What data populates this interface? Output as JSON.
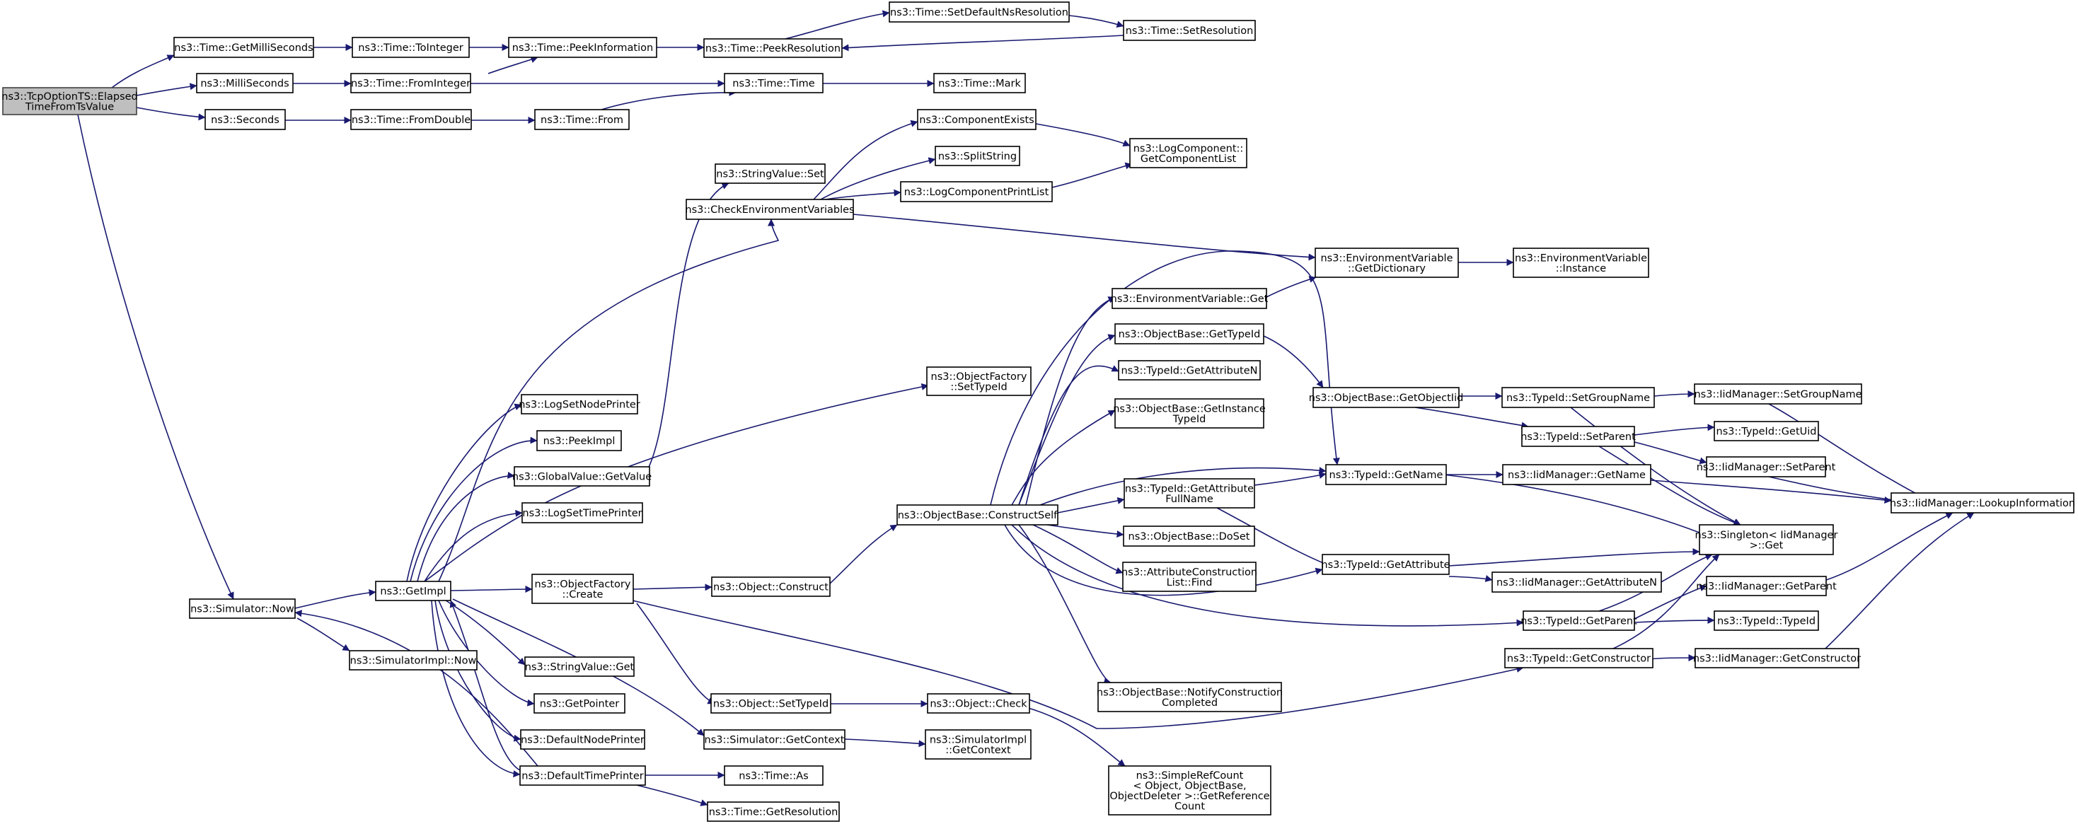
{
  "colors": {
    "edge": "#191970",
    "node_border": "#000000",
    "root_fill": "#bfbfbf",
    "background": "#ffffff"
  },
  "nodes": [
    {
      "id": "root",
      "lines": [
        "ns3::TcpOptionTS::Elapsed",
        "TimeFromTsValue"
      ],
      "root": true
    },
    {
      "id": "getmilli",
      "lines": [
        "ns3::Time::GetMilliSeconds"
      ]
    },
    {
      "id": "toint",
      "lines": [
        "ns3::Time::ToInteger"
      ]
    },
    {
      "id": "peekinfo",
      "lines": [
        "ns3::Time::PeekInformation"
      ]
    },
    {
      "id": "peekres",
      "lines": [
        "ns3::Time::PeekResolution"
      ]
    },
    {
      "id": "setdefns",
      "lines": [
        "ns3::Time::SetDefaultNsResolution"
      ]
    },
    {
      "id": "setres",
      "lines": [
        "ns3::Time::SetResolution"
      ]
    },
    {
      "id": "milli",
      "lines": [
        "ns3::MilliSeconds"
      ]
    },
    {
      "id": "fromint",
      "lines": [
        "ns3::Time::FromInteger"
      ]
    },
    {
      "id": "time",
      "lines": [
        "ns3::Time::Time"
      ]
    },
    {
      "id": "mark",
      "lines": [
        "ns3::Time::Mark"
      ]
    },
    {
      "id": "seconds",
      "lines": [
        "ns3::Seconds"
      ]
    },
    {
      "id": "fromdouble",
      "lines": [
        "ns3::Time::FromDouble"
      ]
    },
    {
      "id": "from",
      "lines": [
        "ns3::Time::From"
      ]
    },
    {
      "id": "compexists",
      "lines": [
        "ns3::ComponentExists"
      ]
    },
    {
      "id": "logcomplist",
      "lines": [
        "ns3::LogComponent::",
        "GetComponentList"
      ]
    },
    {
      "id": "splitstring",
      "lines": [
        "ns3::SplitString"
      ]
    },
    {
      "id": "strvalset",
      "lines": [
        "ns3::StringValue::Set"
      ]
    },
    {
      "id": "logcompprint",
      "lines": [
        "ns3::LogComponentPrintList"
      ]
    },
    {
      "id": "checkenv",
      "lines": [
        "ns3::CheckEnvironmentVariables"
      ]
    },
    {
      "id": "envgetdict",
      "lines": [
        "ns3::EnvironmentVariable",
        "::GetDictionary"
      ]
    },
    {
      "id": "envinstance",
      "lines": [
        "ns3::EnvironmentVariable",
        "::Instance"
      ]
    },
    {
      "id": "envget",
      "lines": [
        "ns3::EnvironmentVariable::Get"
      ]
    },
    {
      "id": "objbasegettid",
      "lines": [
        "ns3::ObjectBase::GetTypeId"
      ]
    },
    {
      "id": "tidgetattrn",
      "lines": [
        "ns3::TypeId::GetAttributeN"
      ]
    },
    {
      "id": "objfactsettid",
      "lines": [
        "ns3::ObjectFactory",
        "::SetTypeId"
      ]
    },
    {
      "id": "objbasegetoid",
      "lines": [
        "ns3::ObjectBase::GetObjectIid"
      ]
    },
    {
      "id": "tidsetgroup",
      "lines": [
        "ns3::TypeId::SetGroupName"
      ]
    },
    {
      "id": "iidsetgroup",
      "lines": [
        "ns3::IidManager::SetGroupName"
      ]
    },
    {
      "id": "objbasegetinst",
      "lines": [
        "ns3::ObjectBase::GetInstance",
        "TypeId"
      ]
    },
    {
      "id": "logsetnode",
      "lines": [
        "ns3::LogSetNodePrinter"
      ]
    },
    {
      "id": "peekimpl",
      "lines": [
        "ns3::PeekImpl"
      ]
    },
    {
      "id": "tidsetparent",
      "lines": [
        "ns3::TypeId::SetParent"
      ]
    },
    {
      "id": "tidgetuid",
      "lines": [
        "ns3::TypeId::GetUid"
      ]
    },
    {
      "id": "iidsetparent",
      "lines": [
        "ns3::IidManager::SetParent"
      ]
    },
    {
      "id": "globalgetvalue",
      "lines": [
        "ns3::GlobalValue::GetValue"
      ]
    },
    {
      "id": "tidgetname",
      "lines": [
        "ns3::TypeId::GetName"
      ]
    },
    {
      "id": "iidgetname",
      "lines": [
        "ns3::IidManager::GetName"
      ]
    },
    {
      "id": "iidlookup",
      "lines": [
        "ns3::IidManager::LookupInformation"
      ]
    },
    {
      "id": "tidgetattrfull",
      "lines": [
        "ns3::TypeId::GetAttribute",
        "FullName"
      ]
    },
    {
      "id": "logsettime",
      "lines": [
        "ns3::LogSetTimePrinter"
      ]
    },
    {
      "id": "objbaseconstruct",
      "lines": [
        "ns3::ObjectBase::ConstructSelf"
      ]
    },
    {
      "id": "objbasedoset",
      "lines": [
        "ns3::ObjectBase::DoSet"
      ]
    },
    {
      "id": "singletonget",
      "lines": [
        "ns3::Singleton< IidManager",
        " >::Get"
      ]
    },
    {
      "id": "tidgetattr",
      "lines": [
        "ns3::TypeId::GetAttribute"
      ]
    },
    {
      "id": "attrconstrfind",
      "lines": [
        "ns3::AttributeConstruction",
        "List::Find"
      ]
    },
    {
      "id": "objfactcreate",
      "lines": [
        "ns3::ObjectFactory",
        "::Create"
      ]
    },
    {
      "id": "getimpl",
      "lines": [
        "ns3::GetImpl"
      ]
    },
    {
      "id": "objconstruct",
      "lines": [
        "ns3::Object::Construct"
      ]
    },
    {
      "id": "iidgetattrn",
      "lines": [
        "ns3::IidManager::GetAttributeN"
      ]
    },
    {
      "id": "iidgetparent",
      "lines": [
        "ns3::IidManager::GetParent"
      ]
    },
    {
      "id": "simnow",
      "lines": [
        "ns3::Simulator::Now"
      ]
    },
    {
      "id": "tidgetparent",
      "lines": [
        "ns3::TypeId::GetParent"
      ]
    },
    {
      "id": "tidtid",
      "lines": [
        "ns3::TypeId::TypeId"
      ]
    },
    {
      "id": "simimplnow",
      "lines": [
        "ns3::SimulatorImpl::Now"
      ]
    },
    {
      "id": "strvalget",
      "lines": [
        "ns3::StringValue::Get"
      ]
    },
    {
      "id": "tidgetconstructor",
      "lines": [
        "ns3::TypeId::GetConstructor"
      ]
    },
    {
      "id": "iidgetconstructor",
      "lines": [
        "ns3::IidManager::GetConstructor"
      ]
    },
    {
      "id": "objnotify",
      "lines": [
        "ns3::ObjectBase::NotifyConstruction",
        "Completed"
      ]
    },
    {
      "id": "getpointer",
      "lines": [
        "ns3::GetPointer"
      ]
    },
    {
      "id": "objsettid",
      "lines": [
        "ns3::Object::SetTypeId"
      ]
    },
    {
      "id": "objcheck",
      "lines": [
        "ns3::Object::Check"
      ]
    },
    {
      "id": "defnodeprinter",
      "lines": [
        "ns3::DefaultNodePrinter"
      ]
    },
    {
      "id": "simgetctx",
      "lines": [
        "ns3::Simulator::GetContext"
      ]
    },
    {
      "id": "simimplgetctx",
      "lines": [
        "ns3::SimulatorImpl",
        "::GetContext"
      ]
    },
    {
      "id": "deftimeprinter",
      "lines": [
        "ns3::DefaultTimePrinter"
      ]
    },
    {
      "id": "timeas",
      "lines": [
        "ns3::Time::As"
      ]
    },
    {
      "id": "simplerefcount",
      "lines": [
        "ns3::SimpleRefCount",
        "< Object, ObjectBase,",
        "ObjectDeleter >::GetReference",
        "Count"
      ]
    },
    {
      "id": "timegetres",
      "lines": [
        "ns3::Time::GetResolution"
      ]
    }
  ]
}
